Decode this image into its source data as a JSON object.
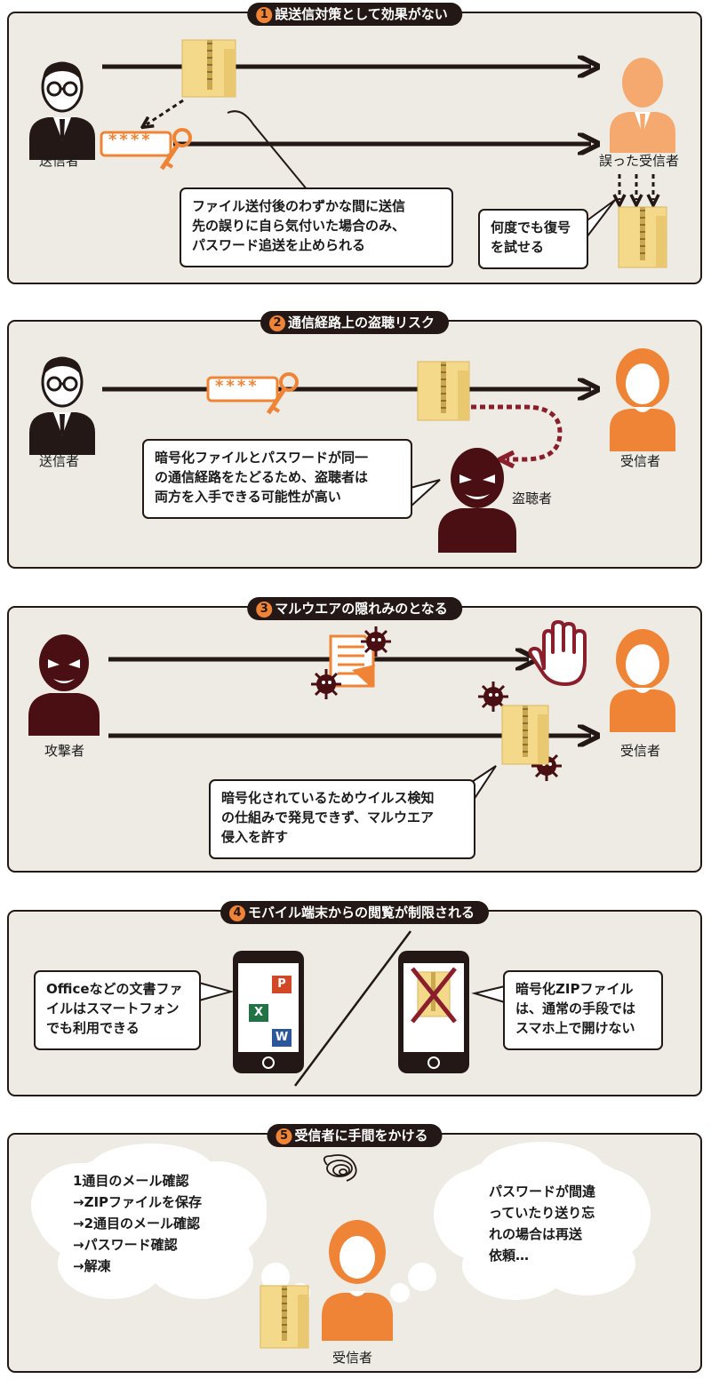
{
  "panels": [
    {
      "number": "1",
      "title": "誤送信対策として効果がない",
      "sender_label": "送信者",
      "receiver_label": "誤った受信者",
      "password_mask": "****",
      "callout_lines": [
        "ファイル送付後のわずかな間に送信",
        "先の誤りに自ら気付いた場合のみ、",
        "パスワード追送を止められる"
      ],
      "callout2_lines": [
        "何度でも復号",
        "を試せる"
      ]
    },
    {
      "number": "2",
      "title": "通信経路上の盗聴リスク",
      "sender_label": "送信者",
      "receiver_label": "受信者",
      "eavesdropper_label": "盗聴者",
      "password_mask": "****",
      "callout_lines": [
        "暗号化ファイルとパスワードが同一",
        "の通信経路をたどるため、盗聴者は",
        "両方を入手できる可能性が高い"
      ]
    },
    {
      "number": "3",
      "title": "マルウエアの隠れみのとなる",
      "attacker_label": "攻撃者",
      "receiver_label": "受信者",
      "callout_lines": [
        "暗号化されているためウイルス検知",
        "の仕組みで発見できず、マルウエア",
        "侵入を許す"
      ]
    },
    {
      "number": "4",
      "title": "モバイル端末からの閲覧が制限される",
      "left_callout_lines": [
        "Officeなどの文書ファ",
        "イルはスマートフォン",
        "でも利用できる"
      ],
      "right_callout_lines": [
        "暗号化ZIPファイル",
        "は、通常の手段では",
        "スマホ上で開けない"
      ],
      "office_icons": [
        {
          "letter": "P",
          "color": "#d24726"
        },
        {
          "letter": "X",
          "color": "#217346"
        },
        {
          "letter": "W",
          "color": "#2b579a"
        }
      ]
    },
    {
      "number": "5",
      "title": "受信者に手間をかける",
      "receiver_label": "受信者",
      "left_cloud_lines": [
        "1通目のメール確認",
        "→ZIPファイルを保存",
        "→2通目のメール確認",
        "→パスワード確認",
        "→解凍"
      ],
      "right_cloud_lines": [
        "パスワードが間違",
        "っていたり送り忘",
        "れの場合は再送",
        "依頼…"
      ]
    }
  ],
  "colors": {
    "dark": "#231815",
    "orange": "#f08436",
    "orange_light": "#f6a96e",
    "villain": "#4a0f12",
    "zip": "#f5d98a",
    "zip_edge": "#d9b65e",
    "panel_bg": "#eeebe4",
    "cross": "#8b1e2b"
  }
}
